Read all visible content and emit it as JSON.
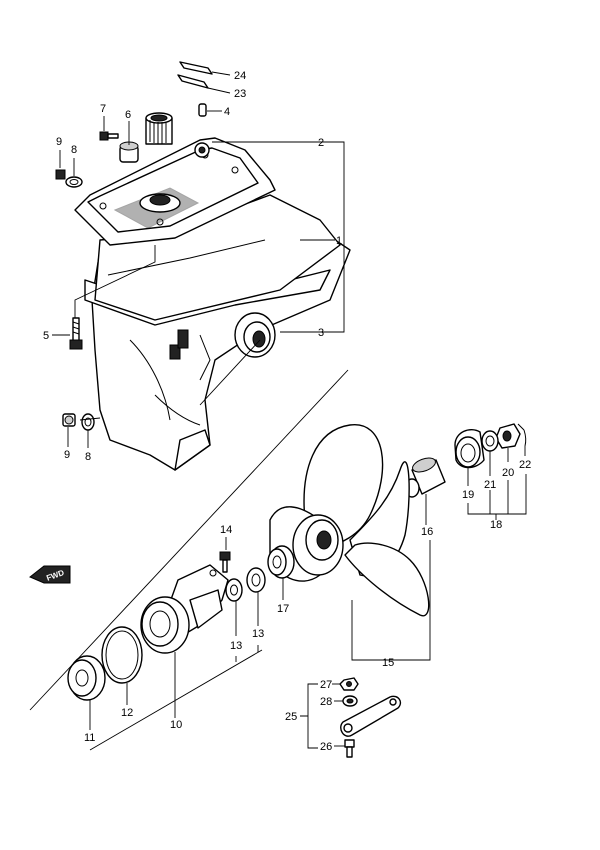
{
  "header_ref": "",
  "footer_ref_1": "",
  "footer_ref_2": "",
  "fwd_label": "FWD",
  "callouts": {
    "c1": "1",
    "c2": "2",
    "c3": "3",
    "c4": "4",
    "c5": "5",
    "c6": "6",
    "c7": "7",
    "c8a": "8",
    "c8b": "8",
    "c9a": "9",
    "c9b": "9",
    "c10": "10",
    "c11": "11",
    "c12": "12",
    "c13a": "13",
    "c13b": "13",
    "c14": "14",
    "c15": "15",
    "c16": "16",
    "c17": "17",
    "c18": "18",
    "c19": "19",
    "c20": "20",
    "c21": "21",
    "c22": "22",
    "c23": "23",
    "c24": "24",
    "c25": "25",
    "c26": "26",
    "c27": "27",
    "c28": "28"
  }
}
